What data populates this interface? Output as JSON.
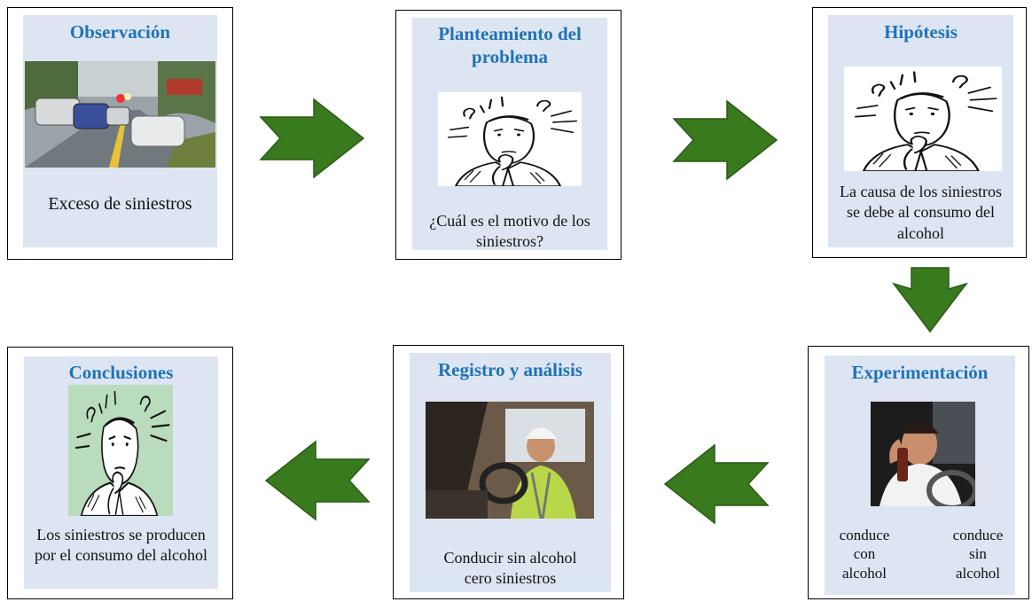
{
  "steps": {
    "observacion": {
      "title": "Observación",
      "caption": "Exceso de siniestros"
    },
    "planteamiento": {
      "title": "Planteamiento del problema",
      "caption": "¿Cuál es el motivo de los siniestros?"
    },
    "hipotesis": {
      "title": "Hipótesis",
      "caption": "La causa de los siniestros se debe al consumo del alcohol"
    },
    "experimentacion": {
      "title": "Experimentación",
      "left_label": "conduce con alcohol",
      "right_label": "conduce sin alcohol"
    },
    "registro": {
      "title": "Registro y análisis",
      "caption": "Conducir sin alcohol cero siniestros"
    },
    "conclusiones": {
      "title": "Conclusiones",
      "caption": "Los siniestros se producen por el consumo del alcohol"
    }
  },
  "colors": {
    "title": "#1f73b7",
    "panel": "#dde5f2",
    "arrow": "#3a7a1e"
  }
}
